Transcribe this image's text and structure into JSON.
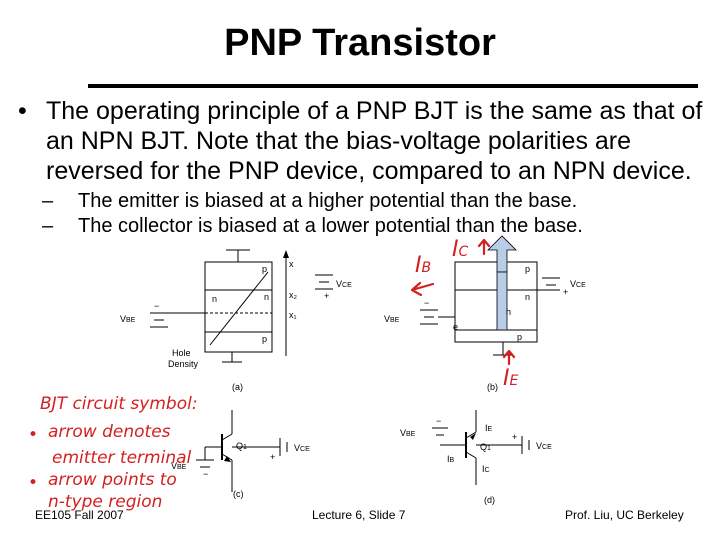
{
  "slide": {
    "title": "PNP Transistor",
    "bullet": "The operating principle of a PNP BJT is the same as that of an NPN BJT.  Note that the bias-voltage polarities are reversed for the PNP device, compared to an NPN device.",
    "bullet_marker": "•",
    "sub_marker": "–",
    "subbullets": [
      "The emitter is biased at a higher potential than the base.",
      "The collector is biased at a lower potential than the base."
    ]
  },
  "figure": {
    "a": {
      "caption": "(a)",
      "p_top": "p",
      "n": "n",
      "p_bot": "p",
      "x": "x",
      "x2": "x₂",
      "x1": "x₁",
      "vce": "V",
      "vce_sub": "CE",
      "vbe": "V",
      "vbe_sub": "BE",
      "hole_density_1": "Hole",
      "hole_density_2": "Density",
      "plus": "+",
      "minus": "−"
    },
    "b": {
      "caption": "(b)",
      "p_top": "p",
      "n": "n",
      "p_bot": "p",
      "h": "h",
      "e": "e",
      "vce": "V",
      "vce_sub": "CE",
      "vbe": "V",
      "vbe_sub": "BE",
      "plus": "+",
      "minus": "−"
    },
    "c": {
      "caption": "(c)",
      "q1": "Q",
      "q1_sub": "1",
      "vce": "V",
      "vce_sub": "CE",
      "vbe": "V",
      "vbe_sub": "BE",
      "plus": "+",
      "minus": "−"
    },
    "d": {
      "caption": "(d)",
      "q1": "Q",
      "q1_sub": "1",
      "ie": "I",
      "ie_sub": "E",
      "ib": "I",
      "ib_sub": "B",
      "ic": "I",
      "ic_sub": "C",
      "vce": "V",
      "vce_sub": "CE",
      "vbe": "V",
      "vbe_sub": "BE",
      "plus": "+",
      "minus": "−"
    }
  },
  "annotations": {
    "ib": "I",
    "ib_sub": "B",
    "ic": "I",
    "ic_sub": "C",
    "ie": "I",
    "ie_sub": "E",
    "notes_title": "BJT circuit symbol:",
    "note1_line1": "arrow denotes",
    "note1_line2": "emitter terminal",
    "note2_line1": "arrow points to",
    "note2_line2": "n-type region"
  },
  "footer": {
    "left": "EE105 Fall 2007",
    "center": "Lecture 6, Slide 7",
    "right": "Prof. Liu, UC Berkeley"
  }
}
